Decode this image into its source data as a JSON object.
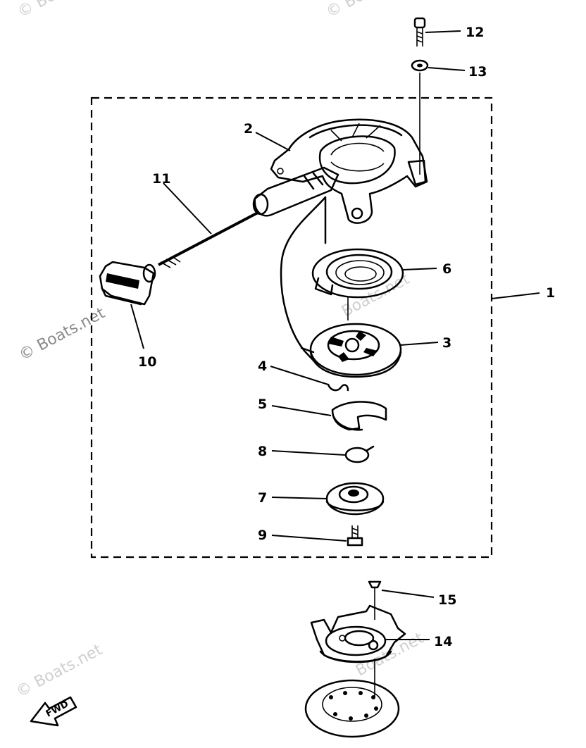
{
  "watermarks": {
    "top_left": "© Boats.net",
    "top_mid": "© Boats.net",
    "left_mid": "© Boats.net",
    "mid_right": "Boats.net",
    "bottom_left": "© Boats.net",
    "bottom_mid": "Boats.net"
  },
  "fwd_label": "FWD",
  "callouts": {
    "c1": "1",
    "c2": "2",
    "c3": "3",
    "c4": "4",
    "c5": "5",
    "c6": "6",
    "c7": "7",
    "c8": "8",
    "c9": "9",
    "c10": "10",
    "c11": "11",
    "c12": "12",
    "c13": "13",
    "c14": "14",
    "c15": "15"
  }
}
